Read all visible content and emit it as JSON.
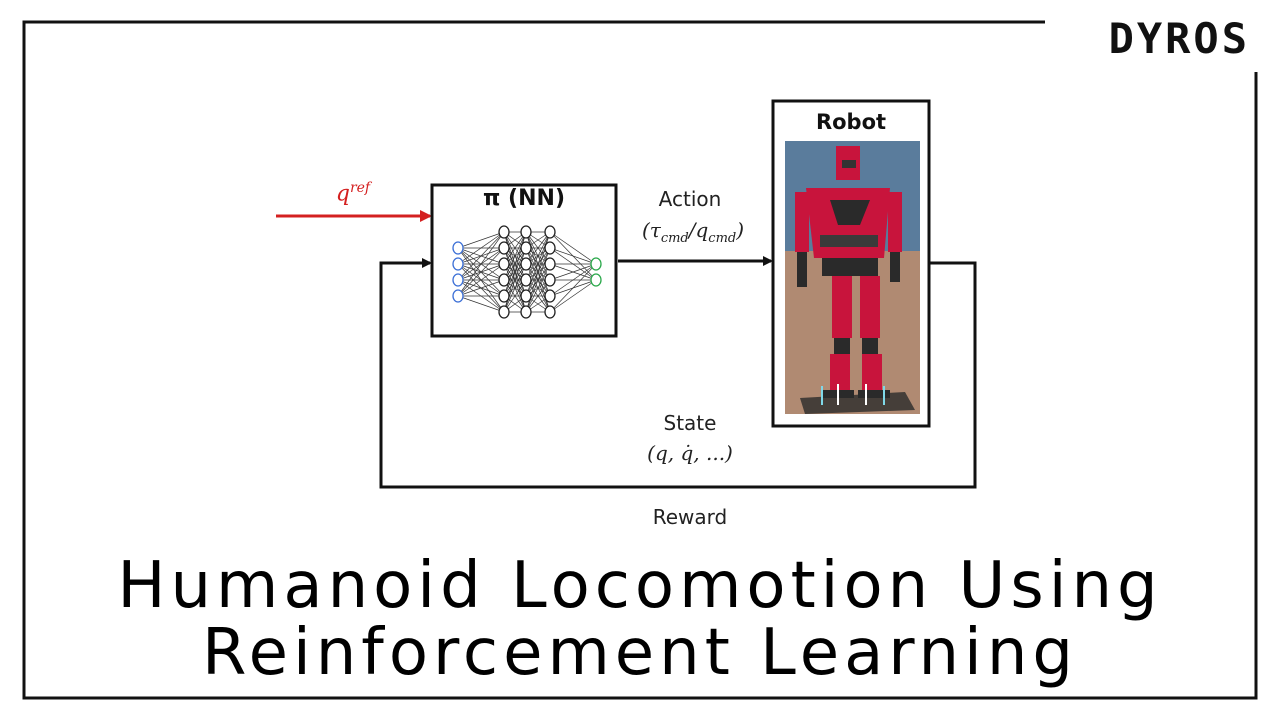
{
  "brand": "DYROS",
  "title_line1": "Humanoid Locomotion Using",
  "title_line2": "Reinforcement Learning",
  "diagram": {
    "input_label": "q^ref",
    "policy_label": "π (NN)",
    "action_label": "Action",
    "action_detail": "(τcmd/qcmd)",
    "robot_label": "Robot",
    "state_label": "State",
    "state_detail": "(q, q̇, ...)",
    "reward_label": "Reward"
  },
  "colors": {
    "input_arrow": "#d42020",
    "robot_body": "#c8143c",
    "sky": "#5a7c9c",
    "floor": "#b08a72"
  }
}
